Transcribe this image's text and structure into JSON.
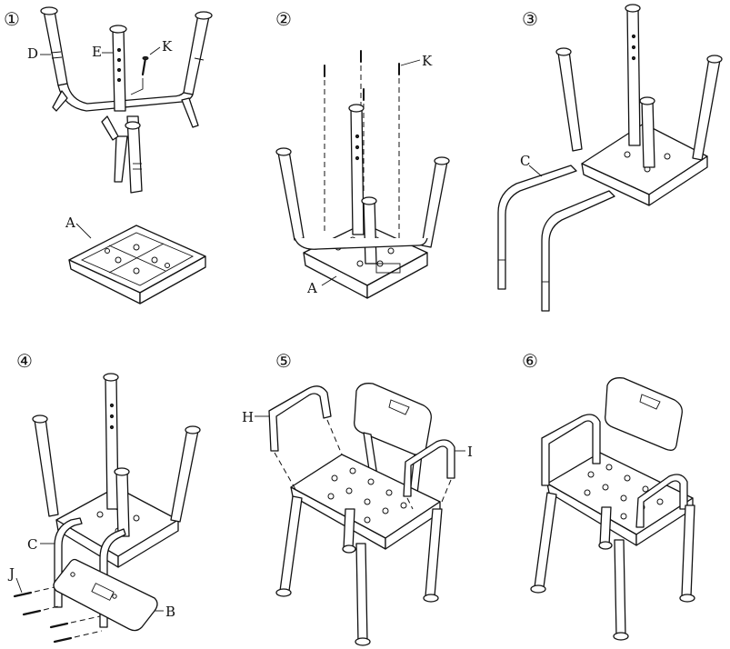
{
  "steps": [
    {
      "number": "①",
      "labels": [
        "D",
        "E",
        "K",
        "A"
      ]
    },
    {
      "number": "②",
      "labels": [
        "K",
        "A"
      ]
    },
    {
      "number": "③",
      "labels": [
        "C"
      ]
    },
    {
      "number": "④",
      "labels": [
        "C",
        "J",
        "B"
      ]
    },
    {
      "number": "⑤",
      "labels": [
        "H",
        "I"
      ]
    },
    {
      "number": "⑥",
      "labels": []
    }
  ]
}
